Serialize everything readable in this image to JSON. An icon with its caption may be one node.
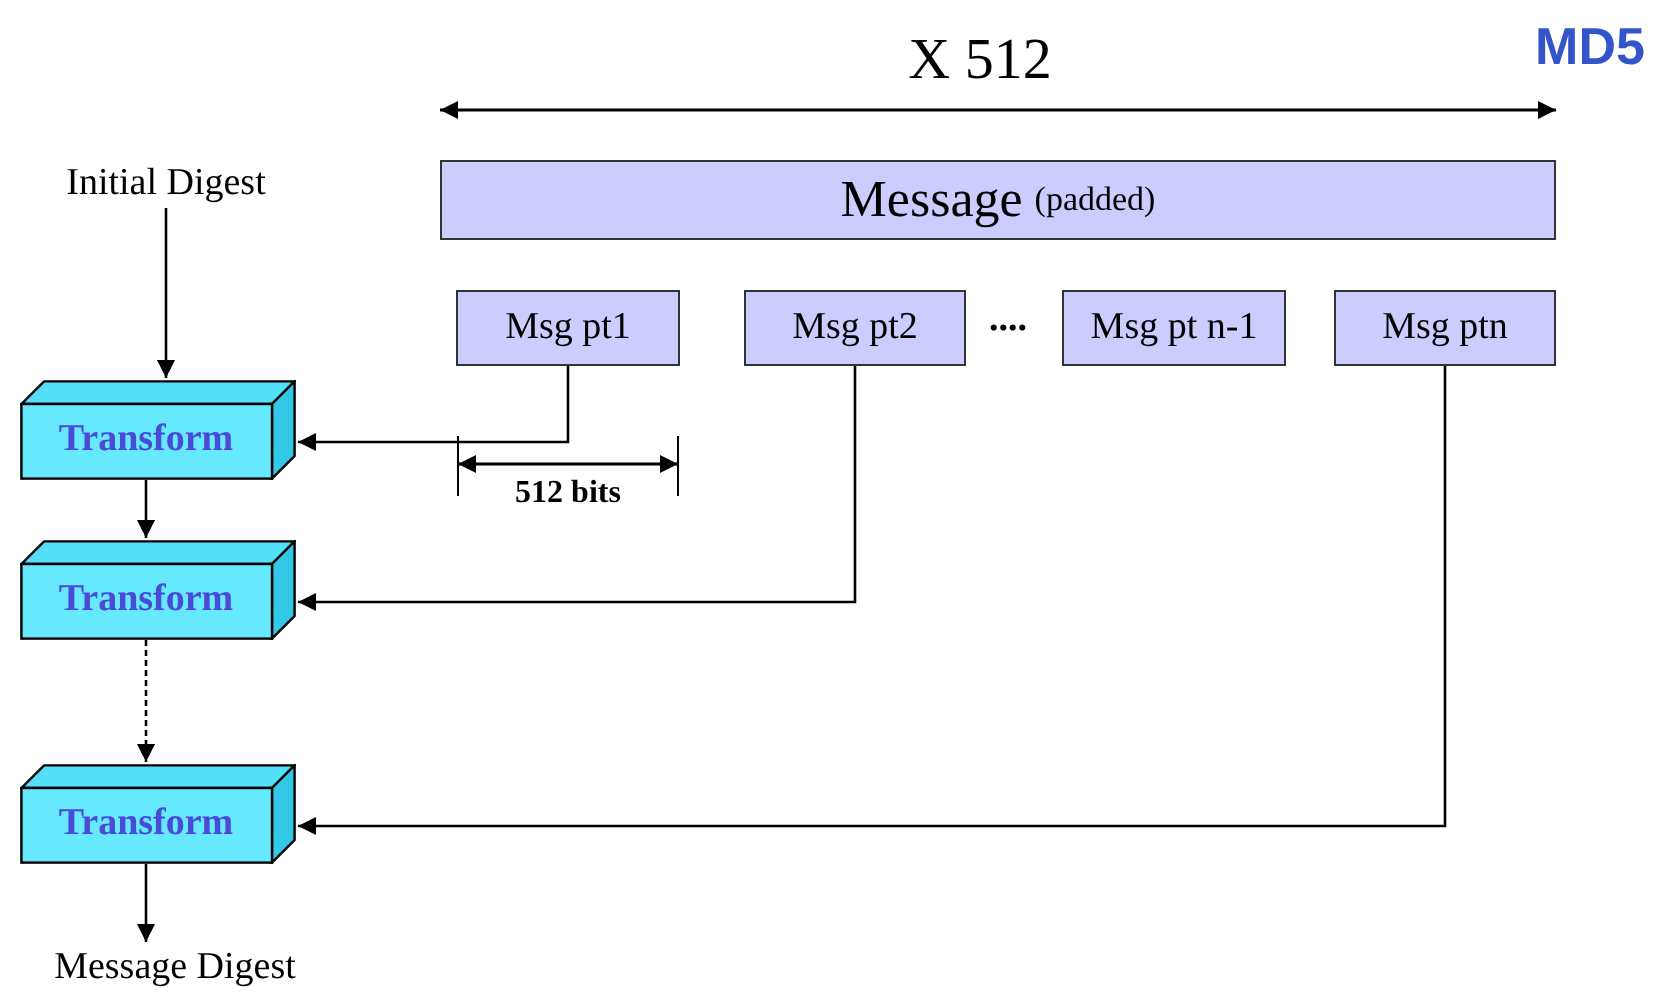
{
  "diagram": {
    "nodes": [
      {
        "text": [
          "Message",
          "(padded)"
        ]
      },
      {
        "text": [
          "Initial Digest"
        ]
      },
      {
        "text": [
          "Msg pt1"
        ]
      },
      {
        "text": [
          "Msg pt2"
        ]
      },
      {
        "text": [
          "Msg pt n-1"
        ]
      },
      {
        "text": [
          "Msg ptn"
        ]
      },
      {
        "text": [
          "Transform"
        ]
      },
      {
        "text": [
          "Transform"
        ]
      },
      {
        "text": [
          "Transform"
        ]
      },
      {
        "text": [
          "Message Digest"
        ]
      }
    ],
    "edges": [
      {
        "from": 1,
        "to": 6,
        "arrow": "to"
      },
      {
        "from": 6,
        "to": 7,
        "arrow": "to"
      },
      {
        "from": 7,
        "to": 8,
        "arrow": "to",
        "style": "dashed"
      },
      {
        "from": 8,
        "to": 9,
        "arrow": "to"
      },
      {
        "from": 2,
        "to": 6,
        "arrow": "to"
      },
      {
        "from": 3,
        "to": 7,
        "arrow": "to"
      },
      {
        "from": 5,
        "to": 8,
        "arrow": "to"
      }
    ],
    "labels": [
      "X 512",
      "MD5",
      "....",
      "512 bits"
    ]
  }
}
